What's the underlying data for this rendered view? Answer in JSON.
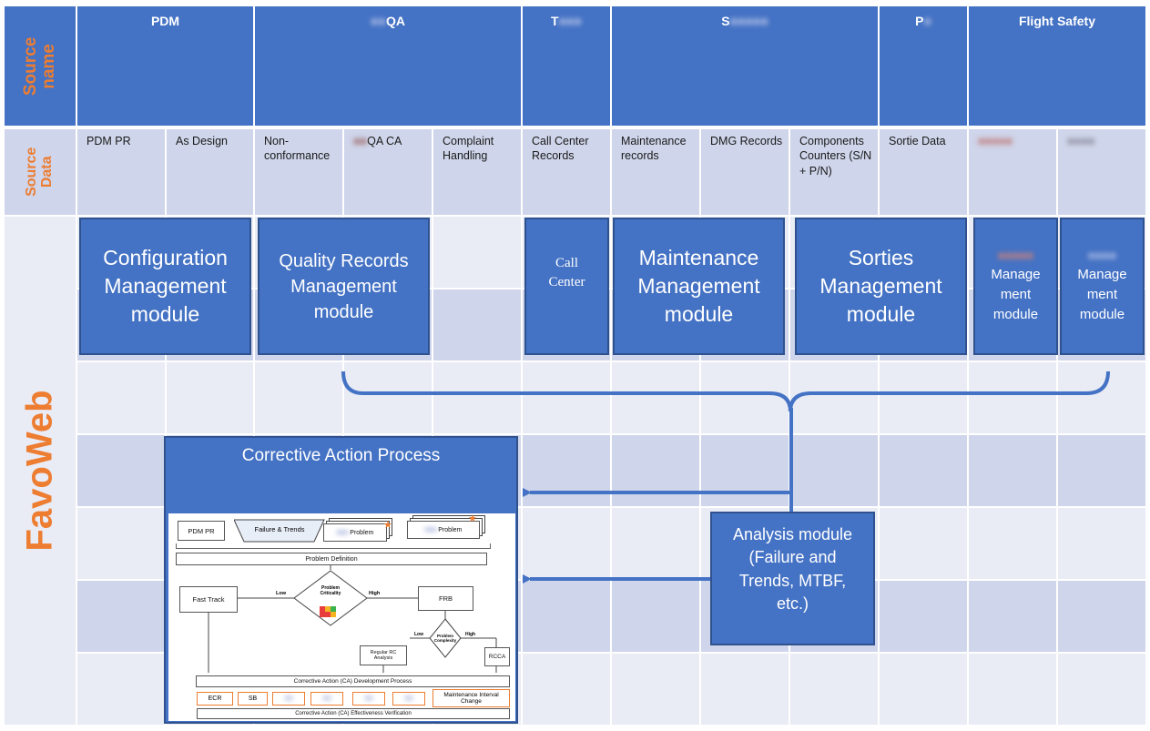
{
  "row_labels": {
    "source_name": "Source name",
    "source_data": "Source Data",
    "app": "FavoWeb"
  },
  "sources": [
    "PDM",
    "QA",
    "T",
    "S",
    "P",
    "Flight Safety"
  ],
  "source_data": [
    "PDM PR",
    "As Design",
    "Non-conformance",
    "QA CA",
    "Complaint Handling",
    "Call Center Records",
    "Maintenance records",
    "DMG Records",
    "Components Counters (S/N + P/N)",
    "Sortie Data",
    "",
    ""
  ],
  "modules": {
    "config": [
      "Configuration",
      "Management",
      "module"
    ],
    "quality": [
      "Quality Records",
      "Management",
      "module"
    ],
    "call": [
      "Call",
      "Center"
    ],
    "maint": [
      "Maintenance",
      "Management",
      "module"
    ],
    "sorties": [
      "Sorties",
      "Management",
      "module"
    ],
    "fs1": [
      "Manage",
      "ment",
      "module"
    ],
    "fs2": [
      "Manage",
      "ment",
      "module"
    ]
  },
  "analysis": [
    "Analysis module",
    "(Failure and",
    "Trends, MTBF,",
    "etc.)"
  ],
  "ca_process": {
    "title": "Corrective Action Process",
    "pdm_pr": "PDM PR",
    "failure_trends": "Failure & Trends",
    "problem1": "Problem",
    "problem2": "Problem",
    "problem_definition": "Problem Definition",
    "fast_track": "Fast Track",
    "low1": "Low",
    "high1": "High",
    "problem_criticality": "Problem Criticality",
    "frb": "FRB",
    "low2": "Low",
    "high2": "High",
    "problem_complexity": "Problem Complexity",
    "regular_rc": "Regular RC Analysis",
    "rcca": "RCCA",
    "ca_dev": "Corrective Action (CA) Development Process",
    "ecr": "ECR",
    "sb": "SB",
    "mic": "Maintenance Interval Change",
    "ca_verif": "Corrective Action (CA) Effectiveness Verification"
  },
  "colors": {
    "primary": "#4472c4",
    "label": "#ed7d31",
    "grid_dark": "#cfd5ea",
    "grid_light": "#e9ebf5"
  }
}
